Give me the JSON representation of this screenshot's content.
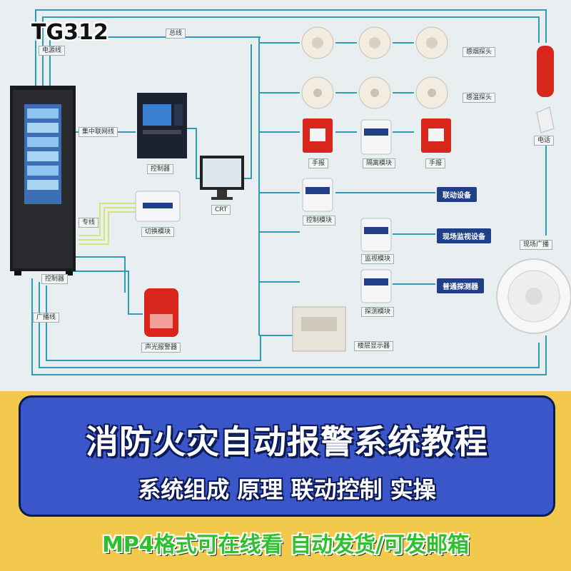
{
  "product_code": "TG312",
  "diagram": {
    "line_labels": {
      "bus": "总线",
      "power": "电源线",
      "network": "集中联网线",
      "dedicated": "专线",
      "broadcast": "广播线"
    },
    "devices": {
      "smoke": "感烟探头",
      "heat": "感温探头",
      "manual_left": "手报",
      "isolation": "隔离模块",
      "manual_right": "手报",
      "phone": "电话",
      "controller": "控制器",
      "crt": "CRT",
      "switch_module": "切换模块",
      "control_module": "控制模块",
      "monitor_module": "监视模块",
      "detector_module": "探测模块",
      "cabinet_controller": "控制器",
      "sound_light": "声光报警器",
      "floor_display": "楼层显示器",
      "speaker": "现场广播"
    },
    "outputs": {
      "linkage": "联动设备",
      "monitoring": "现场监视设备",
      "ordinary": "普通探测器"
    }
  },
  "banner": {
    "title": "消防火灾自动报警系统教程",
    "subtitle": "系统组成 原理 联动控制 实操",
    "note": "MP4格式可在线看 自动发货/可发邮箱"
  },
  "colors": {
    "wire": "#2e9cb5",
    "label_fill": "#1f3f86",
    "banner_bg": "#3b56c9",
    "footer_bg": "#f2c94c",
    "note_text": "#2fbf2f"
  }
}
